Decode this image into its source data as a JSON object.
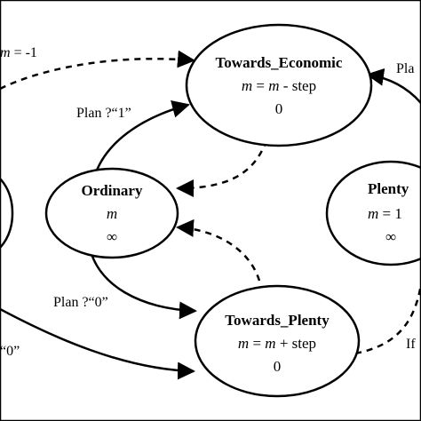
{
  "states": {
    "towards_economic": {
      "title": "Towards_Economic",
      "m_var": "m",
      "m_eq": " = ",
      "m_var2": "m",
      "m_rest": " - step",
      "time": "0"
    },
    "ordinary": {
      "title": "Ordinary",
      "m_var": "m",
      "time": "∞"
    },
    "plenty": {
      "title": "Plenty",
      "m_var": "m",
      "m_rest": " = 1",
      "time": "∞"
    },
    "towards_plenty": {
      "title": "Towards_Plenty",
      "m_var": "m",
      "m_eq": " = ",
      "m_var2": "m",
      "m_rest": " + step",
      "time": "0"
    }
  },
  "edge_labels": {
    "top_left": {
      "var": "m",
      "rest": " = -1"
    },
    "ord_to_econ": "Plan ?“1”",
    "ord_to_plenty": "Plan ?“0”",
    "bottom_left": "“0”",
    "right_top": "Pla",
    "right_bottom": "If"
  },
  "colors": {
    "stroke": "#000000",
    "background": "#ffffff"
  }
}
